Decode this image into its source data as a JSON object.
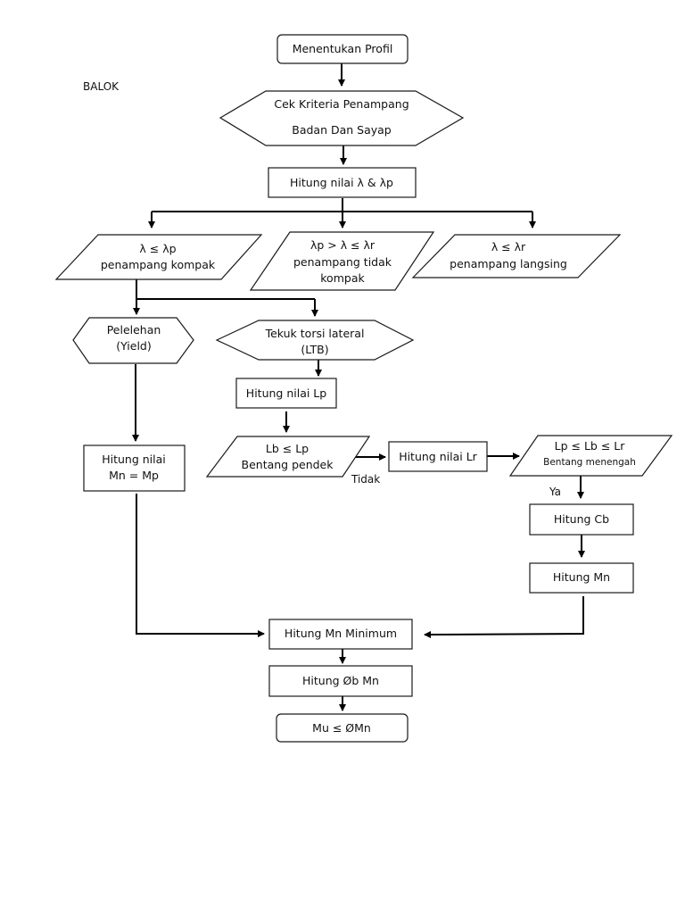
{
  "title_label": "BALOK",
  "nodes": {
    "start": {
      "lines": [
        "Menentukan Profil"
      ]
    },
    "check_section": {
      "lines": [
        "Cek Kriteria Penampang",
        "Badan Dan Sayap"
      ]
    },
    "calc_lambda": {
      "lines": [
        "Hitung nilai λ & λp"
      ]
    },
    "compact": {
      "lines": [
        "λ ≤ λp",
        "penampang kompak"
      ]
    },
    "noncompact": {
      "lines": [
        "λp > λ ≤ λr",
        "penampang tidak",
        "kompak"
      ]
    },
    "slender": {
      "lines": [
        "λ ≤ λr",
        "penampang langsing"
      ]
    },
    "yield": {
      "lines": [
        "Pelelehan",
        "(Yield)"
      ]
    },
    "ltb": {
      "lines": [
        "Tekuk torsi lateral",
        "(LTB)"
      ]
    },
    "calc_lp": {
      "lines": [
        "Hitung nilai Lp"
      ]
    },
    "short_span": {
      "lines": [
        "Lb ≤ Lp",
        "Bentang pendek"
      ]
    },
    "calc_mp": {
      "lines": [
        "Hitung nilai",
        "Mn = Mp"
      ]
    },
    "calc_lr": {
      "lines": [
        "Hitung nilai Lr"
      ]
    },
    "medium_span": {
      "lines": [
        "Lp ≤ Lb ≤ Lr",
        "Bentang menengah"
      ]
    },
    "calc_cb": {
      "lines": [
        "Hitung Cb"
      ]
    },
    "calc_mn": {
      "lines": [
        "Hitung Mn"
      ]
    },
    "mn_min": {
      "lines": [
        "Hitung Mn Minimum"
      ]
    },
    "phi_mn": {
      "lines": [
        "Hitung Øb Mn"
      ]
    },
    "end": {
      "lines": [
        "Mu ≤ ØMn"
      ]
    }
  },
  "edge_labels": {
    "no": "Tidak",
    "yes": "Ya"
  }
}
